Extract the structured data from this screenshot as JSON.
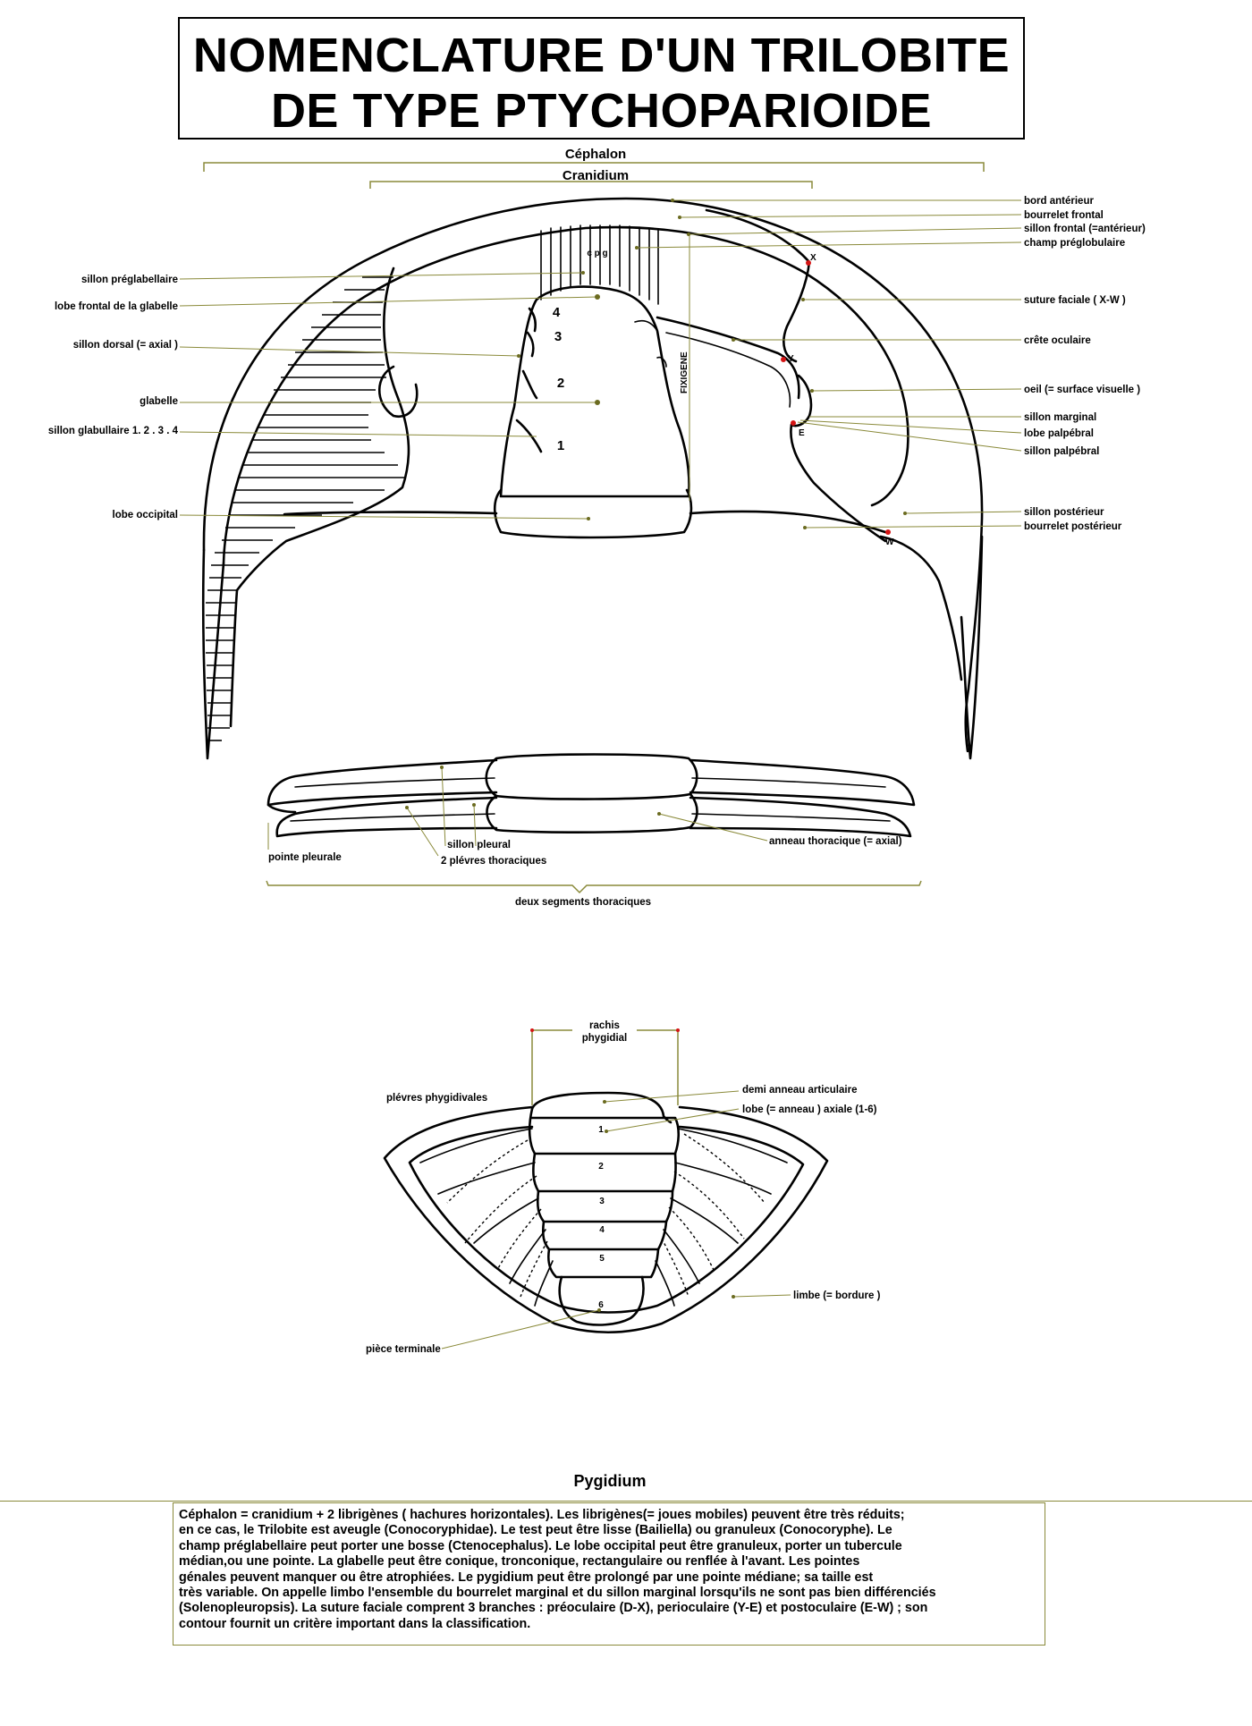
{
  "title": {
    "line1": "NOMENCLATURE D'UN TRILOBITE",
    "line2": "DE TYPE PTYCHOPARIOIDE"
  },
  "cephalon_section": {
    "cephalon": "Céphalon",
    "cranidium": "Cranidium",
    "cpg": "c p g",
    "fixigene": "FIXIGENE",
    "glabellar_furrows": [
      "4",
      "3",
      "2",
      "1"
    ],
    "suture_points": [
      "X",
      "Y",
      "E",
      "W"
    ],
    "labels_right": [
      "bord antérieur",
      "bourrelet frontal",
      "sillon frontal (=antérieur)",
      "champ préglobulaire",
      "suture faciale ( X-W )",
      "crête oculaire",
      "oeil (= surface visuelle )",
      "sillon marginal",
      "lobe palpébral",
      "sillon palpébral",
      "sillon postérieur",
      "bourrelet postérieur"
    ],
    "labels_left": [
      "sillon préglabellaire",
      "lobe frontal de la glabelle",
      "sillon dorsal (= axial )",
      "glabelle",
      "sillon glabullaire 1. 2 . 3 . 4",
      "lobe occipital"
    ]
  },
  "thorax_section": {
    "pointe_pleurale": "pointe pleurale",
    "sillon_pleural": "sillon pleural",
    "plevres": "2 plévres thoraciques",
    "anneau": "anneau thoracique   (= axial)",
    "deux_segments": "deux segments thoraciques"
  },
  "pygidium_section": {
    "rachis_line1": "rachis",
    "rachis_line2": "phygidial",
    "plevres_phygidivales": "plévres phygidivales",
    "demi_anneau": "demi anneau articulaire",
    "lobe_axiale": "lobe (= anneau ) axiale (1-6)",
    "limbe": "limbe (= bordure )",
    "piece_terminale": "pièce terminale",
    "segment_numbers": [
      "1",
      "2",
      "3",
      "4",
      "5",
      "6"
    ],
    "caption": "Pygidium"
  },
  "note_lines": [
    "Céphalon = cranidium + 2 librigènes ( hachures horizontales). Les librigènes(= joues mobiles) peuvent être très réduits;",
    "en ce cas, le Trilobite est aveugle (Conocoryphidae). Le test peut être lisse (Bailiella) ou granuleux (Conocoryphe). Le",
    "champ préglabellaire peut porter une bosse (Ctenocephalus). Le lobe occipital peut être granuleux, porter un tubercule",
    "médian,ou une pointe. La glabelle peut être conique, tronconique, rectangulaire ou renflée à l'avant. Les pointes",
    "génales peuvent manquer ou être atrophiées. Le pygidium peut être prolongé par une pointe médiane; sa taille est",
    "très variable. On appelle limbo l'ensemble du bourrelet marginal et du sillon marginal lorsqu'ils ne sont pas bien différenciés",
    "(Solenopleuropsis). La suture faciale comprent 3 branches : préoculaire (D-X), perioculaire (Y-E) et postoculaire (E-W) ; son",
    "contour fournit un critère important dans la classification."
  ],
  "colors": {
    "leader": "#8a8a3a",
    "suture_point": "#d41414",
    "outline": "#000000"
  }
}
